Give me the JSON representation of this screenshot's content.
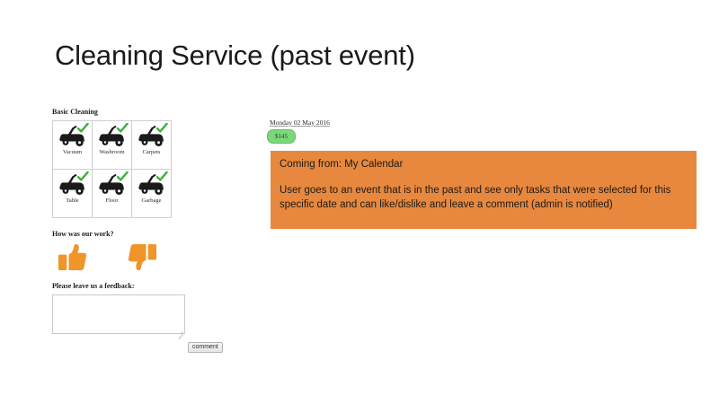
{
  "slide": {
    "title": "Cleaning Service (past event)"
  },
  "mock": {
    "basic_cleaning_label": "Basic Cleaning",
    "tasks": [
      {
        "label": "Vacuum",
        "icon": "vacuum-icon",
        "checked": true
      },
      {
        "label": "Washroom",
        "icon": "vacuum-icon",
        "checked": true
      },
      {
        "label": "Carpets",
        "icon": "vacuum-icon",
        "checked": true
      },
      {
        "label": "Table",
        "icon": "vacuum-icon",
        "checked": true
      },
      {
        "label": "Floor",
        "icon": "vacuum-icon",
        "checked": true
      },
      {
        "label": "Garbage",
        "icon": "vacuum-icon",
        "checked": true
      }
    ],
    "feedback_question": "How was our work?",
    "thumbs_up_icon": "thumbs-up-icon",
    "thumbs_down_icon": "thumbs-down-icon",
    "feedback_prompt": "Please leave us a feedback:",
    "comment_value": "",
    "comment_placeholder": "",
    "comment_button_label": "comment"
  },
  "event": {
    "date": "Monday 02 May 2016",
    "price": "$145"
  },
  "callout": {
    "heading": "Coming from: My Calendar",
    "body": "User goes to an event that is in the past and see only tasks that were selected for this specific date and can like/dislike and leave a comment (admin is notified)"
  },
  "colors": {
    "callout_bg": "#E8883E",
    "badge_green": "#7BD77B",
    "thumb_orange": "#F0952A",
    "check_green": "#3FAE3F"
  }
}
